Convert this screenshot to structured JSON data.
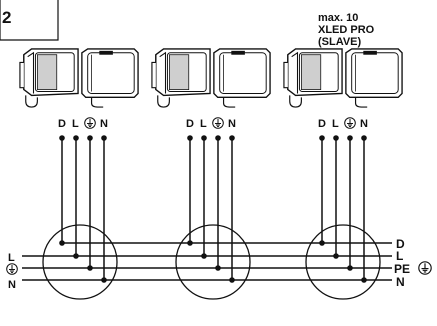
{
  "figure_number": "2",
  "note": {
    "line1": "max. 10",
    "line2": "XLED PRO",
    "line3": "(SLAVE)"
  },
  "terminal_labels": {
    "d": "D",
    "l": "L",
    "n": "N"
  },
  "bus_labels": {
    "d": "D",
    "l": "L",
    "pe": "PE",
    "n": "N"
  },
  "left_labels": {
    "l": "L",
    "n": "N"
  },
  "icons": [
    "earth-ground-icon",
    "sensor-master-device",
    "sensor-slave-device"
  ],
  "colors": {
    "line": "#111111",
    "background": "#ffffff"
  }
}
